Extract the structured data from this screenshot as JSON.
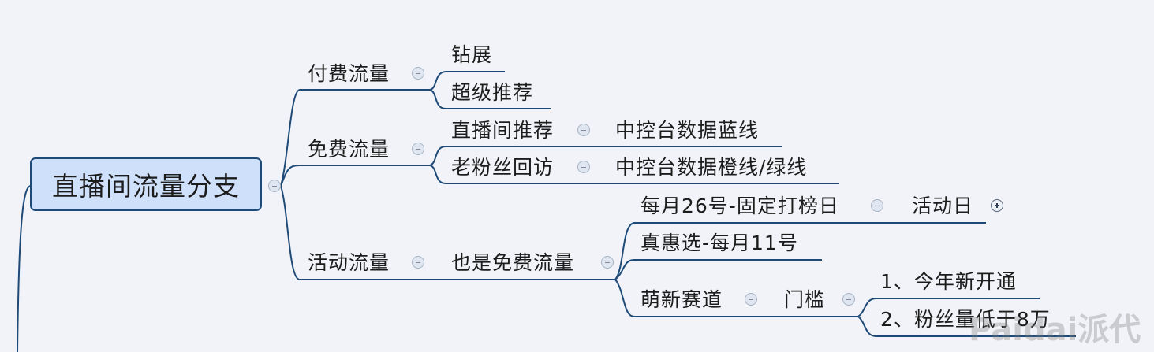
{
  "root": {
    "label": "直播间流量分支"
  },
  "branches": {
    "paid": {
      "label": "付费流量",
      "children": [
        "钻展",
        "超级推荐"
      ]
    },
    "free": {
      "label": "免费流量",
      "children": [
        {
          "label": "直播间推荐",
          "child": "中控台数据蓝线"
        },
        {
          "label": "老粉丝回访",
          "child": "中控台数据橙线/绿线"
        }
      ]
    },
    "activity": {
      "label": "活动流量",
      "child": {
        "label": "也是免费流量",
        "children": [
          {
            "label": "每月26号-固定打榜日",
            "child": "活动日"
          },
          {
            "label": "真惠选-每月11号"
          },
          {
            "label": "萌新赛道",
            "child": {
              "label": "门槛",
              "children": [
                "1、今年新开通",
                "2、粉丝量低于8万"
              ]
            }
          }
        ]
      }
    }
  },
  "watermark": "Paidai派代",
  "colors": {
    "line": "#1e4a78",
    "root_fill": "#cfe0fb",
    "background": "#f1f3f8"
  }
}
